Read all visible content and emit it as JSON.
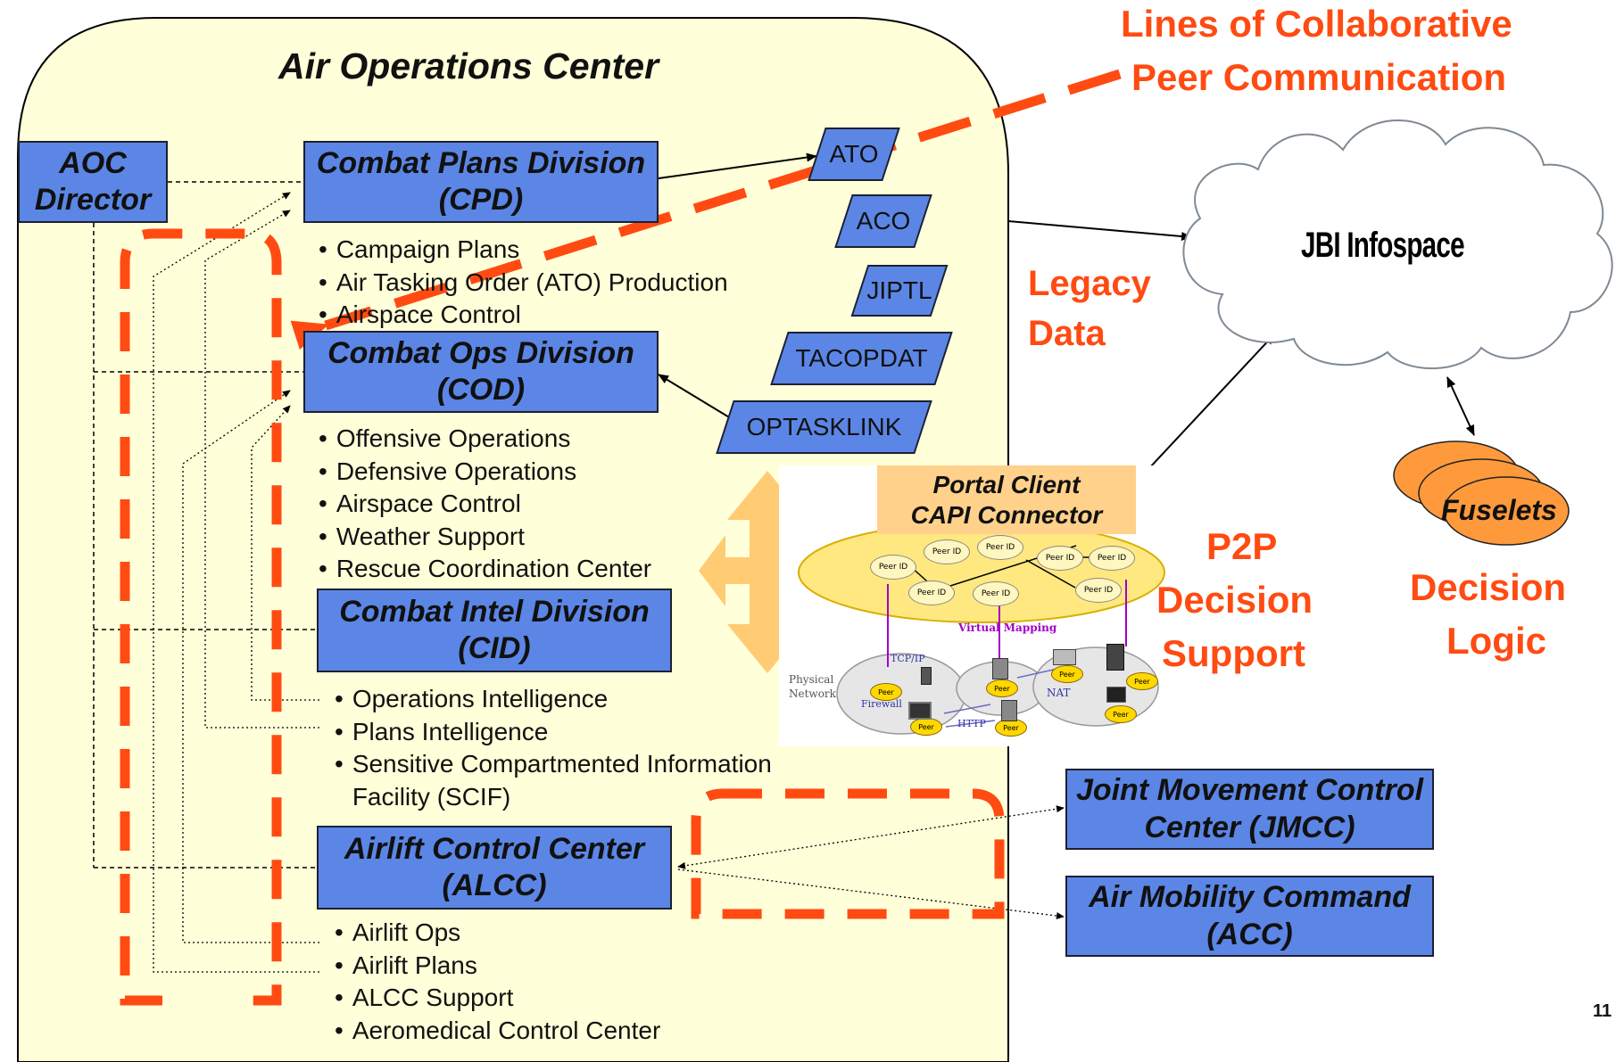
{
  "aoc_title": "Air Operations Center",
  "aoc_director": {
    "line1": "AOC",
    "line2": "Director"
  },
  "cpd": {
    "line1": "Combat Plans Division",
    "line2": "(CPD)",
    "items": [
      "Campaign Plans",
      "Air Tasking Order (ATO) Production",
      "Airspace Control"
    ]
  },
  "cod": {
    "line1": "Combat Ops Division",
    "line2": "(COD)",
    "items": [
      "Offensive Operations",
      "Defensive Operations",
      "Airspace Control",
      "Weather Support",
      "Rescue Coordination Center"
    ]
  },
  "cid": {
    "line1": "Combat Intel Division",
    "line2": "(CID)",
    "items": [
      "Operations Intelligence",
      "Plans Intelligence",
      "Sensitive Compartmented Information",
      "Facility (SCIF)"
    ]
  },
  "alcc": {
    "line1": "Airlift Control Center",
    "line2": "(ALCC)",
    "items": [
      "Airlift Ops",
      "Airlift Plans",
      "ALCC Support",
      "Aeromedical Control Center"
    ]
  },
  "products": [
    "ATO",
    "ACO",
    "JIPTL",
    "TACOPDAT",
    "OPTASKLINK"
  ],
  "collab_title": {
    "line1": "Lines of Collaborative",
    "line2": "Peer Communication"
  },
  "legacy_data": {
    "line1": "Legacy",
    "line2": "Data"
  },
  "jbi_infospace": "JBI Infospace",
  "fuselets": "Fuselets",
  "decision_logic": {
    "line1": "Decision",
    "line2": "Logic"
  },
  "p2p": {
    "line1": "P2P",
    "line2": "Decision",
    "line3": "Support"
  },
  "portal": {
    "line1": "Portal Client",
    "line2": "CAPI Connector"
  },
  "p2p_diagram": {
    "peer_id": "Peer ID",
    "peer": "Peer",
    "virtual_mapping": "Virtual Mapping",
    "physical_network": [
      "Physical",
      "Network"
    ],
    "tcpip": "TCP/IP",
    "firewall": "Firewall",
    "http": "HTTP",
    "nat": "NAT"
  },
  "jmcc": {
    "line1": "Joint Movement Control",
    "line2": "Center (JMCC)"
  },
  "amc": {
    "line1": "Air Mobility Command",
    "line2": "(ACC)"
  },
  "page_number": "11",
  "colors": {
    "box_fill": "#5b86e6",
    "panel_fill": "#ffffd9",
    "accent_red": "#ff4b12",
    "orange_arrow": "#ffc86e",
    "fuselet_fill": "#ff9a3c",
    "peer_fill": "#ffd800"
  }
}
